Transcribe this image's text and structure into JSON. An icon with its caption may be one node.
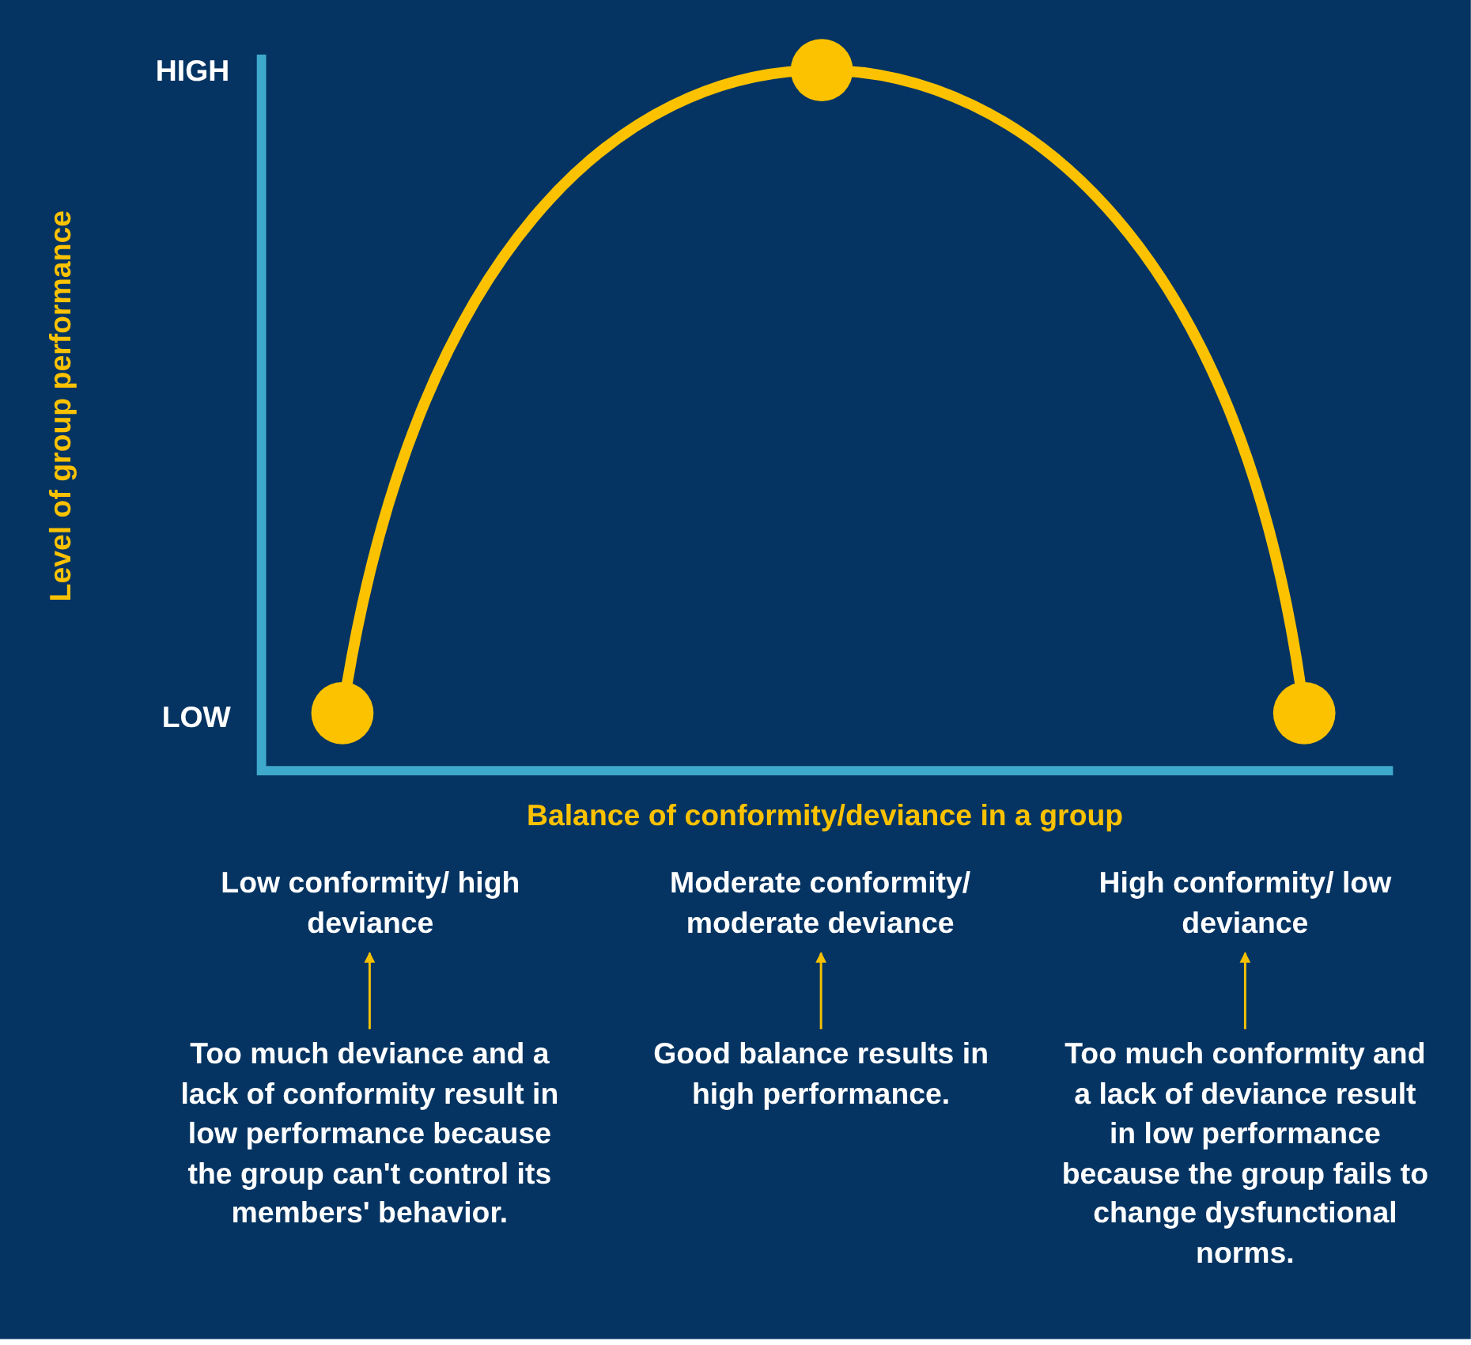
{
  "diagram": {
    "nodes": [
      {
        "text": [
          "Low conformity/ high deviance"
        ]
      },
      {
        "text": [
          "Moderate conformity/ moderate deviance"
        ]
      },
      {
        "text": [
          "High conformity/ low deviance"
        ]
      },
      {
        "text": [
          "Too much deviance and a lack of conformity result in low performance because the group can't control its members' behavior."
        ]
      },
      {
        "text": [
          "Good balance results in high performance."
        ]
      },
      {
        "text": [
          "Too much conformity and a lack of deviance result in low performance because the group fails to change dysfunctional norms."
        ]
      }
    ],
    "edges": [
      {
        "from": 3,
        "to": 0,
        "arrow": "to"
      },
      {
        "from": 4,
        "to": 1,
        "arrow": "to"
      },
      {
        "from": 5,
        "to": 2,
        "arrow": "to"
      }
    ],
    "labels": [
      "HIGH",
      "LOW",
      "Level of group performance",
      "Balance of conformity/deviance in a group"
    ]
  }
}
